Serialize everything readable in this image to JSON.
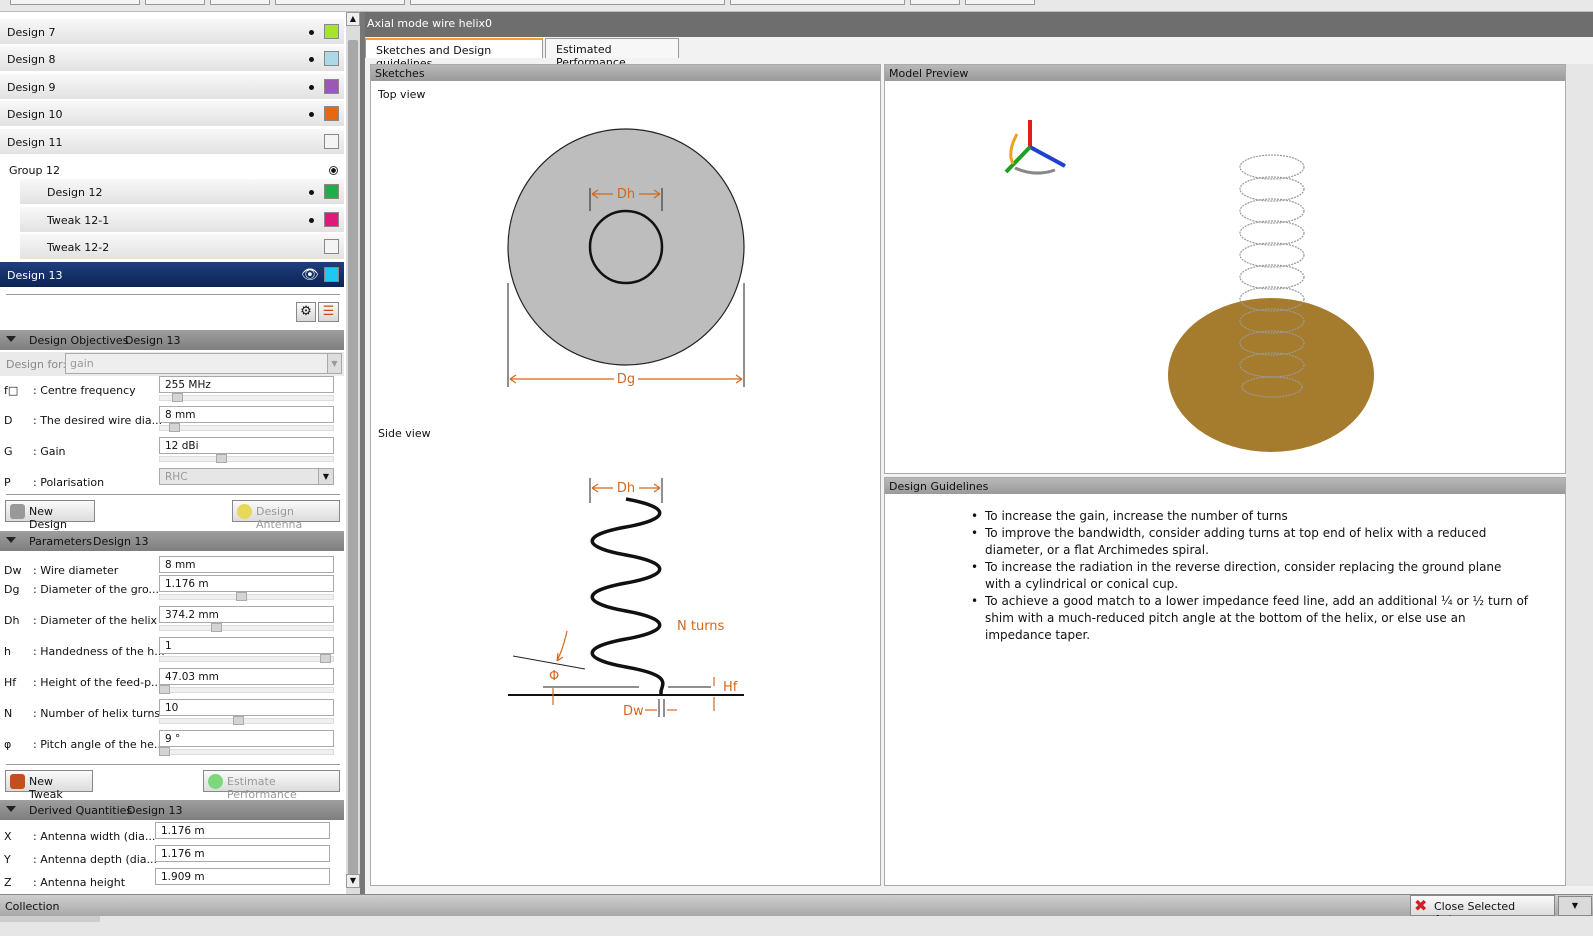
{
  "toolbar": {},
  "left_tree": {
    "rows": [
      {
        "label": "Design 7",
        "color": "#a6e22e",
        "dot": true
      },
      {
        "label": "Design 8",
        "color": "#add8e6",
        "dot": true
      },
      {
        "label": "Design 9",
        "color": "#9b59b6",
        "dot": true
      },
      {
        "label": "Design 10",
        "color": "#e8680f",
        "dot": true
      },
      {
        "label": "Design 11",
        "color": "#f4f4f4",
        "dot": false
      },
      {
        "label": "Group 12"
      },
      {
        "label": "Design 12",
        "color": "#1fae4c",
        "dot": true
      },
      {
        "label": "Tweak 12-1",
        "color": "#e0187a",
        "dot": true
      },
      {
        "label": "Tweak 12-2",
        "color": "#f4f4f4",
        "dot": false
      },
      {
        "label": "Design 13",
        "color": "#1ec8f0",
        "dot": false
      }
    ]
  },
  "objectives": {
    "header": "Design Objectives",
    "design": "Design 13",
    "design_for_label": "Design for:",
    "design_for_value": "gain",
    "fields": [
      {
        "sym": "f□",
        "desc": ": Centre frequency",
        "value": "255 MHz",
        "pos": 0.08
      },
      {
        "sym": "D",
        "desc": ": The desired wire dia...",
        "value": "8 mm",
        "pos": 0.06
      },
      {
        "sym": "G",
        "desc": ": Gain",
        "value": "12 dBi",
        "pos": 0.35
      },
      {
        "sym": "P",
        "desc": ": Polarisation",
        "value": "RHC"
      }
    ],
    "new_design": "New Design",
    "design_antenna": "Design Antenna"
  },
  "parameters": {
    "header": "Parameters",
    "design": "Design 13",
    "fields": [
      {
        "sym": "Dw",
        "desc": ": Wire diameter",
        "value": "8 mm"
      },
      {
        "sym": "Dg",
        "desc": ": Diameter of the gro...",
        "value": "1.176 m",
        "pos": 0.47
      },
      {
        "sym": "Dh",
        "desc": ": Diameter of the helix",
        "value": "374.2 mm",
        "pos": 0.32
      },
      {
        "sym": "h",
        "desc": ": Handedness of the h...",
        "value": "1",
        "pos": 0.98
      },
      {
        "sym": "Hf",
        "desc": ": Height of the feed-p...",
        "value": "47.03 mm",
        "pos": 0.0
      },
      {
        "sym": "N",
        "desc": ": Number of helix turns",
        "value": "10",
        "pos": 0.45
      },
      {
        "sym": "φ",
        "desc": ": Pitch angle of the he...",
        "value": "9 °",
        "pos": 0.0
      }
    ],
    "new_tweak": "New Tweak",
    "estimate": "Estimate Performance"
  },
  "derived": {
    "header": "Derived Quantities",
    "design": "Design 13",
    "fields": [
      {
        "sym": "X",
        "desc": ": Antenna width (dia...",
        "value": "1.176 m"
      },
      {
        "sym": "Y",
        "desc": ": Antenna depth (dia...",
        "value": "1.176 m"
      },
      {
        "sym": "Z",
        "desc": ": Antenna height",
        "value": "1.909 m"
      }
    ]
  },
  "main": {
    "title": "Axial mode wire helix0",
    "tabs": [
      "Sketches and Design guidelines",
      "Estimated Performance"
    ],
    "sketches_header": "Sketches",
    "top_view": "Top view",
    "side_view": "Side view",
    "model_header": "Model Preview",
    "guidelines_header": "Design Guidelines",
    "guidelines": [
      "To increase the gain, increase the number of turns",
      "To improve the bandwidth, consider adding turns at top end of helix with a reduced diameter, or a flat Archimedes spiral.",
      "To increase the radiation in the reverse direction, consider replacing the ground plane with a cylindrical or conical cup.",
      "To achieve a good match to a lower impedance feed line, add an additional  ¼ or ½ turn of shim with a much-reduced pitch angle at the bottom of the helix, or else use an impedance taper."
    ],
    "sketch_labels": {
      "dh": "Dh",
      "dg": "Dg",
      "n": "N turns",
      "phi": "Φ",
      "hf": "Hf",
      "dw": "Dw"
    }
  },
  "status": {
    "collection": "Collection",
    "close_selected": "Close Selected Antenna"
  },
  "colors": {
    "sketch_orange": "#d2691e",
    "ground": "#a57c2e"
  }
}
